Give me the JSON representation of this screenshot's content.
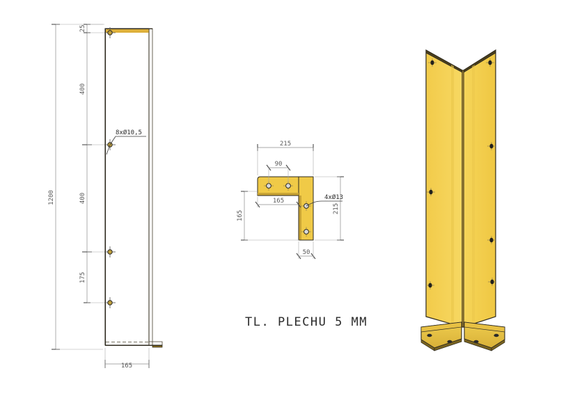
{
  "drawing": {
    "note": "TL. PLECHU 5 MM",
    "plate_thickness_mm": 5
  },
  "front_view": {
    "name": "front-elevation",
    "overall_height": "1200",
    "width": "165",
    "hole_callout": "8xØ10,5",
    "dimension_chain": [
      "25",
      "400",
      "400",
      "175"
    ],
    "hole_diameter_mm": 10.5,
    "hole_count": 8
  },
  "section_view": {
    "name": "cross-section-l-profile",
    "overall_width": "215",
    "overall_height": "215",
    "hole_spacing_top": "90",
    "leg_length_horizontal": "165",
    "leg_length_vertical": "165",
    "flange_width": "50",
    "hole_callout": "4xØ13",
    "hole_diameter_mm": 13,
    "hole_count": 4
  },
  "iso_view": {
    "name": "isometric-corner-guard"
  },
  "colors": {
    "plate_fill": "#E0B43C",
    "plate_fill_light": "#F4CF4E",
    "plate_fill_mid": "#E8C345",
    "plate_edge_dark": "#8A6F20",
    "outline": "#2E2A1F",
    "dimension": "#8C8C8C",
    "text": "#5A5A5A",
    "background": "#FFFFFF"
  }
}
